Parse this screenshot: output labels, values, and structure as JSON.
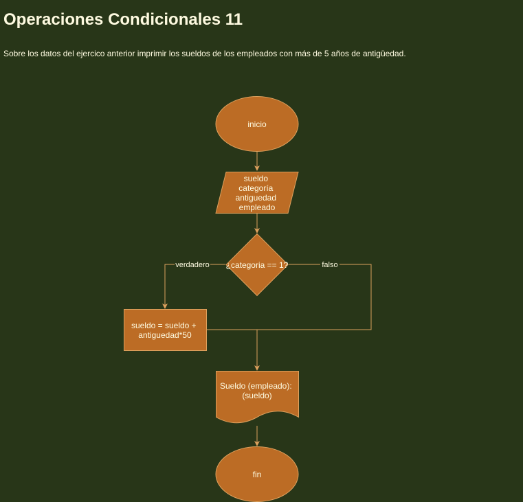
{
  "page": {
    "title": "Operaciones Condicionales 11",
    "description": "Sobre los datos del ejercico anterior imprimir los sueldos de los empleados con más de 5 años de antigüedad."
  },
  "colors": {
    "background": "#283618",
    "node_fill": "#bc6c25",
    "node_stroke": "#dda15e",
    "text": "#fefae0",
    "edge": "#dda15e"
  },
  "flowchart": {
    "nodes": {
      "start": {
        "shape": "ellipse",
        "lines": [
          "inicio"
        ]
      },
      "input": {
        "shape": "parallelogram",
        "lines": [
          "sueldo",
          "categoría",
          "antiguedad",
          "empleado"
        ]
      },
      "decision": {
        "shape": "diamond",
        "lines": [
          "¿categoria == 1?"
        ]
      },
      "process": {
        "shape": "rectangle",
        "lines": [
          "sueldo = sueldo +",
          "antiguedad*50"
        ]
      },
      "output": {
        "shape": "document",
        "lines": [
          "Sueldo (empleado):",
          "(sueldo)"
        ]
      },
      "end": {
        "shape": "ellipse",
        "lines": [
          "fin"
        ]
      }
    },
    "edges": {
      "true_label": "verdadero",
      "false_label": "falso"
    }
  }
}
